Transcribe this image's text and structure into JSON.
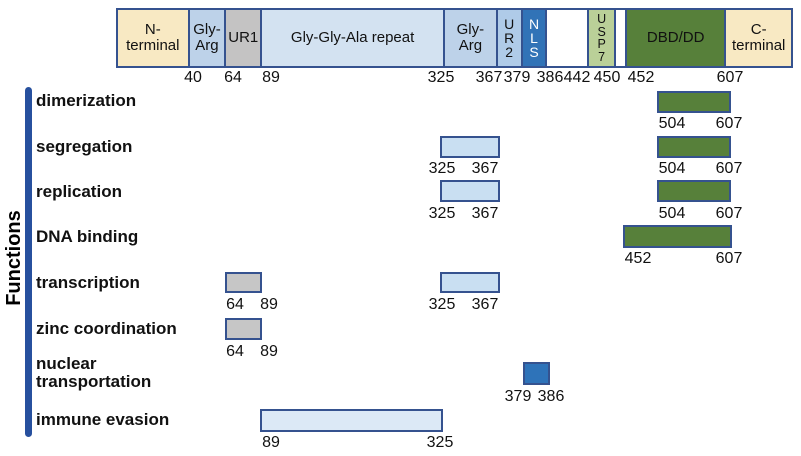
{
  "colors": {
    "cream": "#F8E9C3",
    "steel_blue": "#BDD2E9",
    "gray": "#C4C3C3",
    "pale_blue": "#D3E2F1",
    "ur2_blue": "#AFCBE8",
    "nls_blue": "#3173B7",
    "usp7_green": "#BAD098",
    "dark_green": "#57803A",
    "range_blue": "#C9DFF2",
    "range_gray": "#C6C6C6",
    "range_accent_blue": "#2E73B9",
    "range_pale_blue": "#DCE9F6",
    "outline": "#35528F",
    "bracket": "#27509E"
  },
  "domain_bar": {
    "segments": [
      {
        "id": "n-terminal",
        "label": "N-\nterminal"
      },
      {
        "id": "gly-arg-1",
        "label": "Gly-\nArg"
      },
      {
        "id": "ur1",
        "label": "UR1"
      },
      {
        "id": "gga-repeat",
        "label": "Gly-Gly-Ala repeat"
      },
      {
        "id": "gly-arg-2",
        "label": "Gly-\nArg"
      },
      {
        "id": "ur2",
        "label": "U\nR\n2"
      },
      {
        "id": "nls",
        "label": "N\nL\nS"
      },
      {
        "id": "gap-1",
        "label": ""
      },
      {
        "id": "usp7",
        "label": "U\nS\nP\n7"
      },
      {
        "id": "gap-2",
        "label": ""
      },
      {
        "id": "dbd-dd",
        "label": "DBD/DD"
      },
      {
        "id": "c-terminal",
        "label": "C-\nterminal"
      }
    ],
    "positions": [
      "40",
      "64",
      "89",
      "325",
      "367",
      "379",
      "386",
      "442",
      "450",
      "452",
      "607"
    ]
  },
  "functions": {
    "axis_label": "Functions",
    "rows": [
      {
        "label": "dimerization",
        "boxes": [
          {
            "start": "504",
            "end": "607",
            "style": "green"
          }
        ]
      },
      {
        "label": "segregation",
        "boxes": [
          {
            "start": "325",
            "end": "367",
            "style": "blue"
          },
          {
            "start": "504",
            "end": "607",
            "style": "green"
          }
        ]
      },
      {
        "label": "replication",
        "boxes": [
          {
            "start": "325",
            "end": "367",
            "style": "blue"
          },
          {
            "start": "504",
            "end": "607",
            "style": "green"
          }
        ]
      },
      {
        "label": "DNA binding",
        "boxes": [
          {
            "start": "452",
            "end": "607",
            "style": "green"
          }
        ]
      },
      {
        "label": "transcription",
        "boxes": [
          {
            "start": "64",
            "end": "89",
            "style": "gray"
          },
          {
            "start": "325",
            "end": "367",
            "style": "blue"
          }
        ]
      },
      {
        "label": "zinc coordination",
        "boxes": [
          {
            "start": "64",
            "end": "89",
            "style": "gray"
          }
        ]
      },
      {
        "label": "nuclear\ntransportation",
        "boxes": [
          {
            "start": "379",
            "end": "386",
            "style": "accent"
          }
        ]
      },
      {
        "label": "immune evasion",
        "boxes": [
          {
            "start": "89",
            "end": "325",
            "style": "pale"
          }
        ]
      }
    ]
  }
}
